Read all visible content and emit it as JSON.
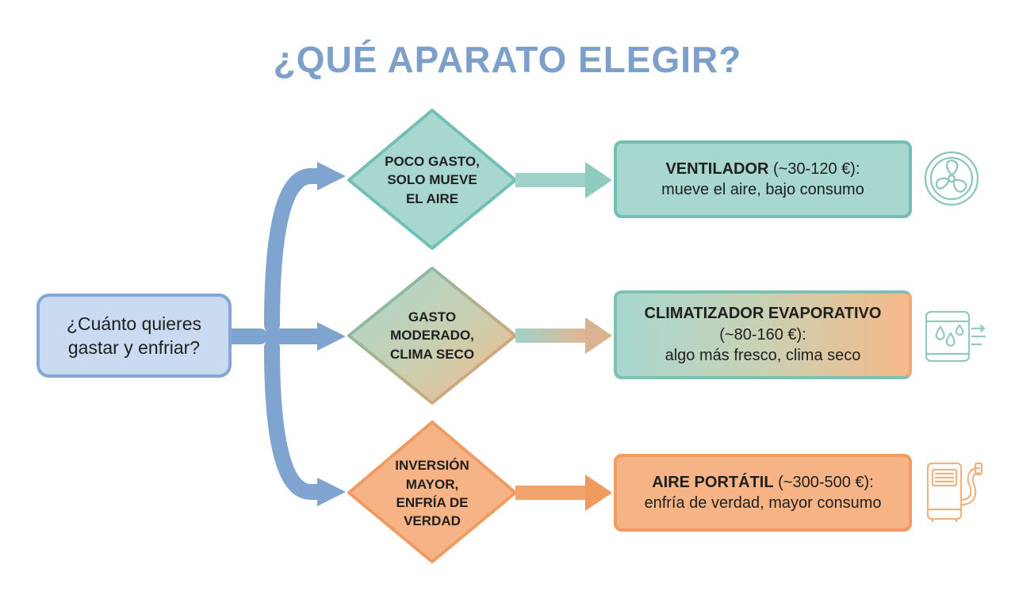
{
  "title": "¿QUÉ APARATO ELEGIR?",
  "start": {
    "line1": "¿Cuánto quieres",
    "line2": "gastar y enfriar?"
  },
  "decisions": [
    {
      "lines": [
        "POCO GASTO,",
        "SOLO MUEVE",
        "EL AIRE"
      ]
    },
    {
      "lines": [
        "GASTO",
        "MODERADO,",
        "CLIMA SECO"
      ]
    },
    {
      "lines": [
        "INVERSIÓN",
        "MAYOR,",
        "ENFRÍA DE",
        "VERDAD"
      ]
    }
  ],
  "results": [
    {
      "title": "VENTILADOR",
      "price": " (~30-120 €):",
      "desc": "mueve el aire, bajo consumo",
      "icon": "fan-icon"
    },
    {
      "title": "CLIMATIZADOR EVAPORATIVO",
      "price": "(~80-160 €):",
      "desc": "algo más fresco, clima seco",
      "icon": "evaporative-cooler-icon"
    },
    {
      "title": "AIRE PORTÁTIL",
      "price": " (~300-500 €):",
      "desc": "enfría de verdad, mayor consumo",
      "icon": "portable-ac-icon"
    }
  ],
  "colors": {
    "title": "#7e9fc9",
    "branch": "#7fa4d0",
    "teal_fill": "#a8d7cf",
    "teal_stroke": "#72bfb3",
    "orange_fill": "#f6b486",
    "orange_stroke": "#ee9c62"
  }
}
